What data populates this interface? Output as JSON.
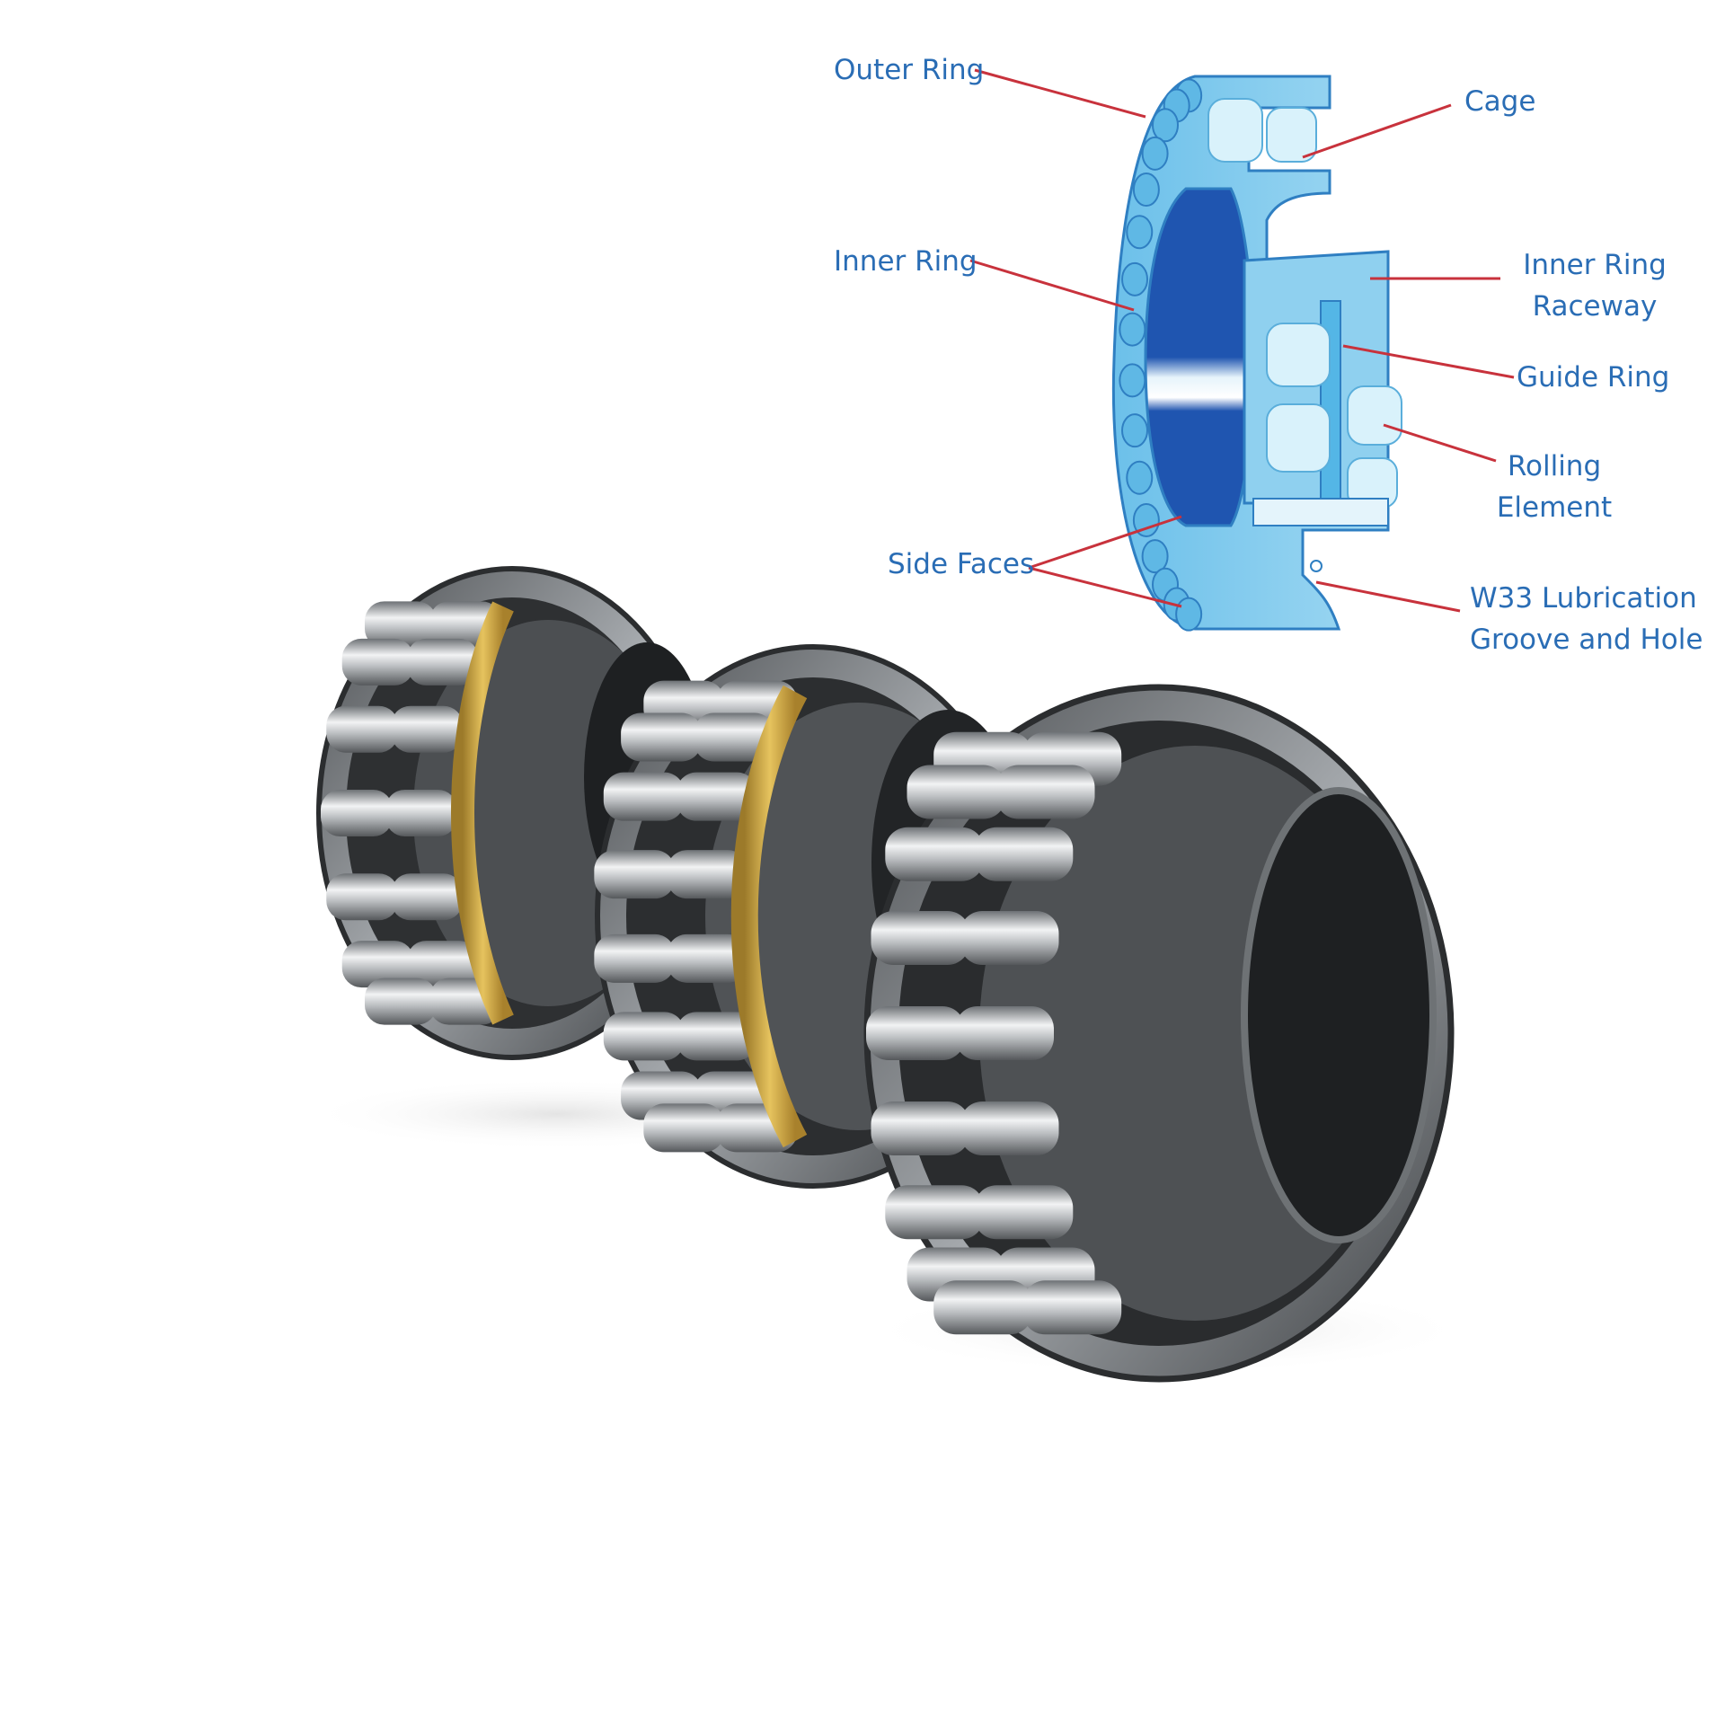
{
  "diagram": {
    "labels": {
      "outer_ring": "Outer Ring",
      "cage": "Cage",
      "inner_ring": "Inner Ring",
      "inner_ring_raceway_1": "Inner Ring",
      "inner_ring_raceway_2": "Raceway",
      "guide_ring": "Guide Ring",
      "rolling_element_1": "Rolling",
      "rolling_element_2": "Element",
      "side_faces": "Side Faces",
      "lubrication_1": "W33 Lubrication",
      "lubrication_2": "Groove and Hole"
    },
    "colors": {
      "label_text": "#2a6db5",
      "leader_line": "#c8323c",
      "bearing_light": "#8fd0ef",
      "bearing_dark": "#1f55b0",
      "roller": "#c9ecf8"
    }
  },
  "photo": {
    "colors": {
      "steel": "#8a8e92",
      "steel_dark": "#3a3d40",
      "brass": "#d1a640"
    }
  }
}
